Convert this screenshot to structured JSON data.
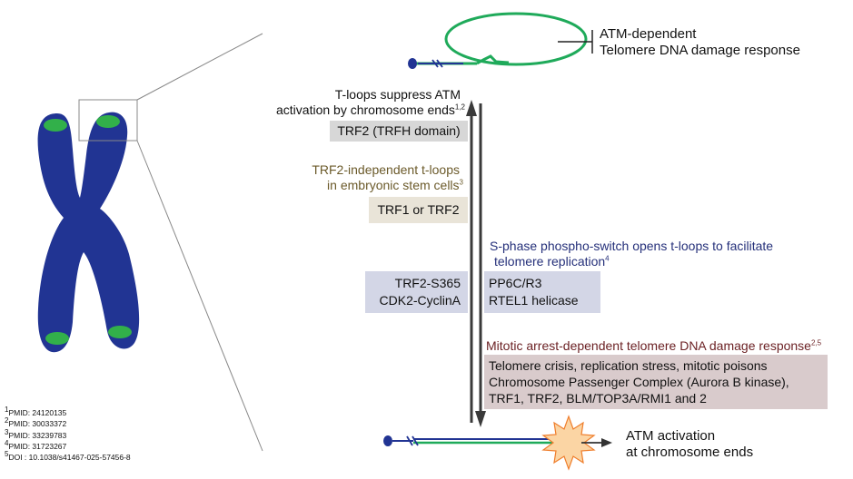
{
  "colors": {
    "chromosome": "#213493",
    "telomere_spot": "#32b04a",
    "dna_green": "#1faa5a",
    "navy_text": "#25307a",
    "brown_text": "#6b5a2a",
    "maroon_text": "#6a1f22",
    "gray_box": "#d7d7d7",
    "beige_box": "#e9e4d8",
    "lavender_box": "#d3d6e6",
    "mauve_box": "#d9cbcc",
    "star_fill": "#fbd5a4",
    "star_stroke": "#ef7e2c"
  },
  "icons": [
    "chromosome-icon",
    "telomere-tloop-icon",
    "telomere-linear-icon",
    "starburst-icon",
    "inhibition-arrow-icon",
    "double-arrow-icon"
  ],
  "top": {
    "atm_response_line1": "ATM-dependent",
    "atm_response_line2": "Telomere DNA damage response"
  },
  "tloops": {
    "line1": "T-loops suppress ATM",
    "line2_text": "activation by chromosome ends",
    "line2_ref": "1,2",
    "box": "TRF2 (TRFH domain)"
  },
  "esc": {
    "line1": "TRF2-independent t-loops",
    "line2_text": "in embryonic stem cells",
    "line2_ref": "3",
    "box": "TRF1 or TRF2"
  },
  "sphase": {
    "line1": "S-phase phospho-switch opens t-loops to facilitate",
    "line2_text": "telomere replication",
    "line2_ref": "4",
    "left_row1": "TRF2-S365",
    "left_row2": "CDK2-CyclinA",
    "right_row1": "PP6C/R3",
    "right_row2": "RTEL1 helicase"
  },
  "mitotic": {
    "title_text": "Mitotic arrest-dependent telomere DNA damage response",
    "title_ref": "2,5",
    "line1": "Telomere crisis, replication stress, mitotic poisons",
    "line2": "Chromosome Passenger Complex (Aurora B kinase),",
    "line3": "TRF1, TRF2, BLM/TOP3A/RMI1 and 2"
  },
  "bottom": {
    "atm_line1": "ATM activation",
    "atm_line2": "at chromosome ends"
  },
  "references": [
    {
      "sup": "1",
      "text": "PMID: 24120135"
    },
    {
      "sup": "2",
      "text": "PMID: 30033372"
    },
    {
      "sup": "3",
      "text": "PMID: 33239783"
    },
    {
      "sup": "4",
      "text": "PMID: 31723267"
    },
    {
      "sup": "5",
      "text": "DOI : 10.1038/s41467-025-57456-8"
    }
  ]
}
